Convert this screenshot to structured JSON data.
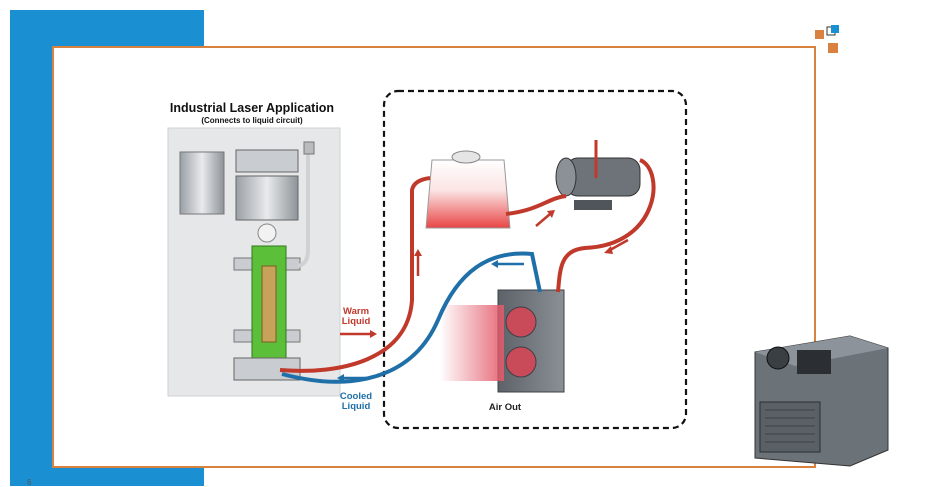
{
  "diagram": {
    "title": "Industrial Laser Application",
    "subtitle": "(Connects to liquid circuit)",
    "warm_label_1": "Warm",
    "warm_label_2": "Liquid",
    "cooled_label_1": "Cooled",
    "cooled_label_2": "Liquid",
    "air_out_label": "Air Out"
  },
  "page": {
    "slide_number": "6"
  },
  "colors": {
    "accent_blue": "#1a8fd1",
    "frame_orange": "#d9823f",
    "warm_tube": "#c0392b",
    "cool_tube": "#1f6fa8"
  }
}
